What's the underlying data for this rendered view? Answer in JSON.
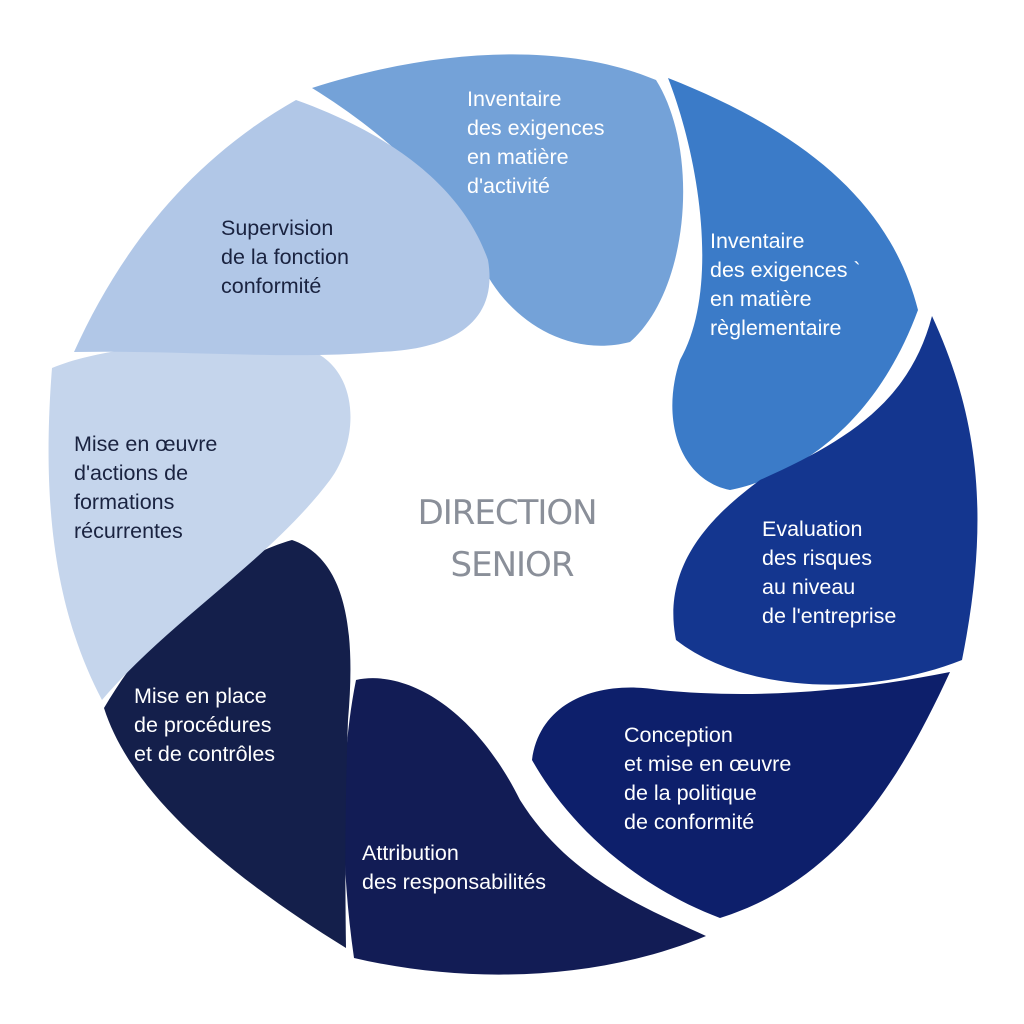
{
  "center": {
    "lines": [
      "DIRECTION",
      "SENIOR"
    ],
    "color": "#8a8f99"
  },
  "petals": [
    {
      "id": "business-requirements",
      "color": "#74a2d8",
      "text_color": "#ffffff",
      "lines": [
        "Inventaire",
        "des exigences",
        "en matière",
        "d'activité"
      ]
    },
    {
      "id": "regulatory-requirements",
      "color": "#3b7bc8",
      "text_color": "#ffffff",
      "lines": [
        "Inventaire",
        "des exigences `",
        "en matière",
        "règlementaire"
      ]
    },
    {
      "id": "risk-assessment",
      "color": "#14368f",
      "text_color": "#ffffff",
      "lines": [
        "Evaluation",
        "des risques",
        "au niveau",
        "de l'entreprise"
      ]
    },
    {
      "id": "compliance-policy",
      "color": "#0d1f6b",
      "text_color": "#ffffff",
      "lines": [
        "Conception",
        "et mise en œuvre",
        "de la politique",
        "de conformité"
      ]
    },
    {
      "id": "responsibilities",
      "color": "#121c55",
      "text_color": "#ffffff",
      "lines": [
        "Attribution",
        "des responsabilités"
      ]
    },
    {
      "id": "procedures-controls",
      "color": "#141f4b",
      "text_color": "#ffffff",
      "lines": [
        "Mise en place",
        "de procédures",
        "et de contrôles"
      ]
    },
    {
      "id": "recurring-training",
      "color": "#c5d5ec",
      "text_color": "#1a2340",
      "lines": [
        "Mise en œuvre",
        "d'actions de",
        "formations",
        "récurrentes"
      ]
    },
    {
      "id": "compliance-supervision",
      "color": "#b1c7e7",
      "text_color": "#1a2340",
      "lines": [
        "Supervision",
        "de la fonction",
        "conformité"
      ]
    }
  ]
}
